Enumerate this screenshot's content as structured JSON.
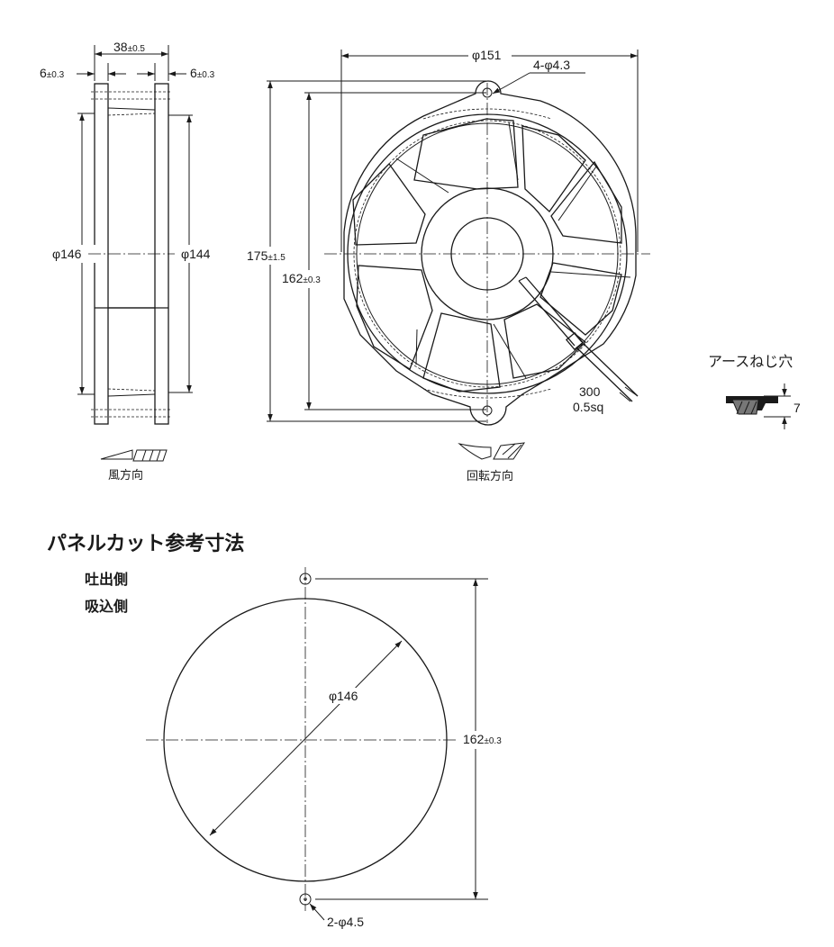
{
  "side_view": {
    "width_dim": "38",
    "width_tol": "±0.5",
    "flange_left": "6",
    "flange_left_tol": "±0.3",
    "flange_right": "6",
    "flange_right_tol": "±0.3",
    "dia_outer": "φ146",
    "dia_inner": "φ144",
    "airflow_label": "風方向"
  },
  "front_view": {
    "dia_frame": "φ151",
    "holes": "4-φ4.3",
    "height_dim": "175",
    "height_tol": "±1.5",
    "pitch_dim": "162",
    "pitch_tol": "±0.3",
    "lead_length": "300",
    "lead_size": "0.5sq",
    "rotation_label": "回転方向"
  },
  "earth_screw": {
    "label": "アースねじ穴",
    "dim": "7"
  },
  "panel_cut": {
    "title": "パネルカット参考寸法",
    "side_1": "吐出側",
    "side_2": "吸込側",
    "dia": "φ146",
    "pitch_dim": "162",
    "pitch_tol": "±0.3",
    "holes": "2-φ4.5"
  }
}
